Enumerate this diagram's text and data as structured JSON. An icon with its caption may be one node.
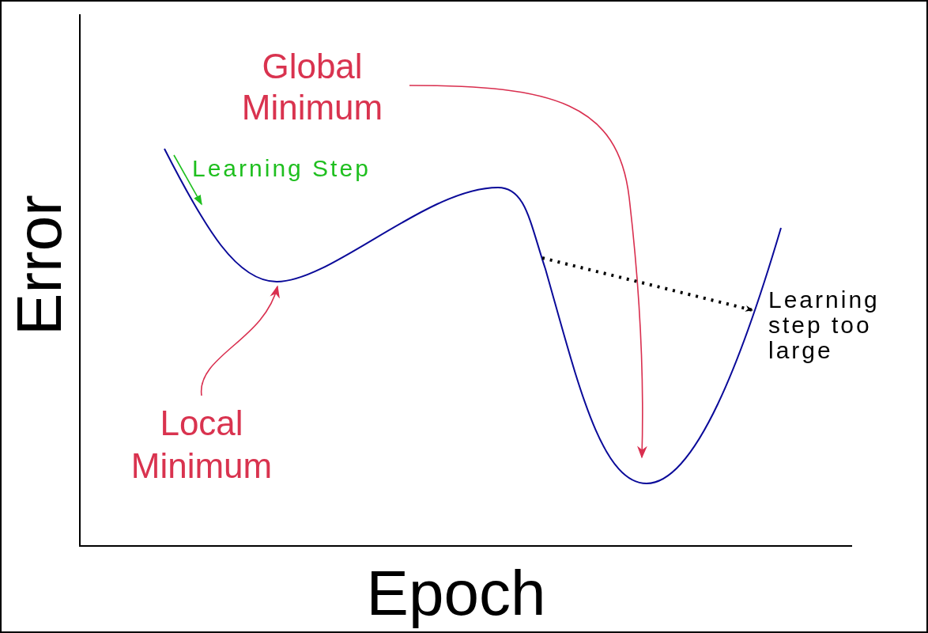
{
  "diagram": {
    "nodes": [
      {
        "text": [
          "Global Minimum"
        ]
      },
      {
        "text": [
          "Learning Step"
        ]
      },
      {
        "text": [
          "Local Minimum"
        ]
      },
      {
        "text": [
          "Learning step too large"
        ]
      }
    ],
    "edges": [
      {
        "from": 0,
        "to": null,
        "arrow": "to",
        "color": "#d92f4f"
      },
      {
        "from": 2,
        "to": null,
        "arrow": "to",
        "color": "#d92f4f"
      },
      {
        "from": null,
        "to": 3,
        "arrow": "to",
        "style": "dashed",
        "color": "#000000"
      }
    ],
    "labels": [
      "Error",
      "Epoch"
    ]
  }
}
